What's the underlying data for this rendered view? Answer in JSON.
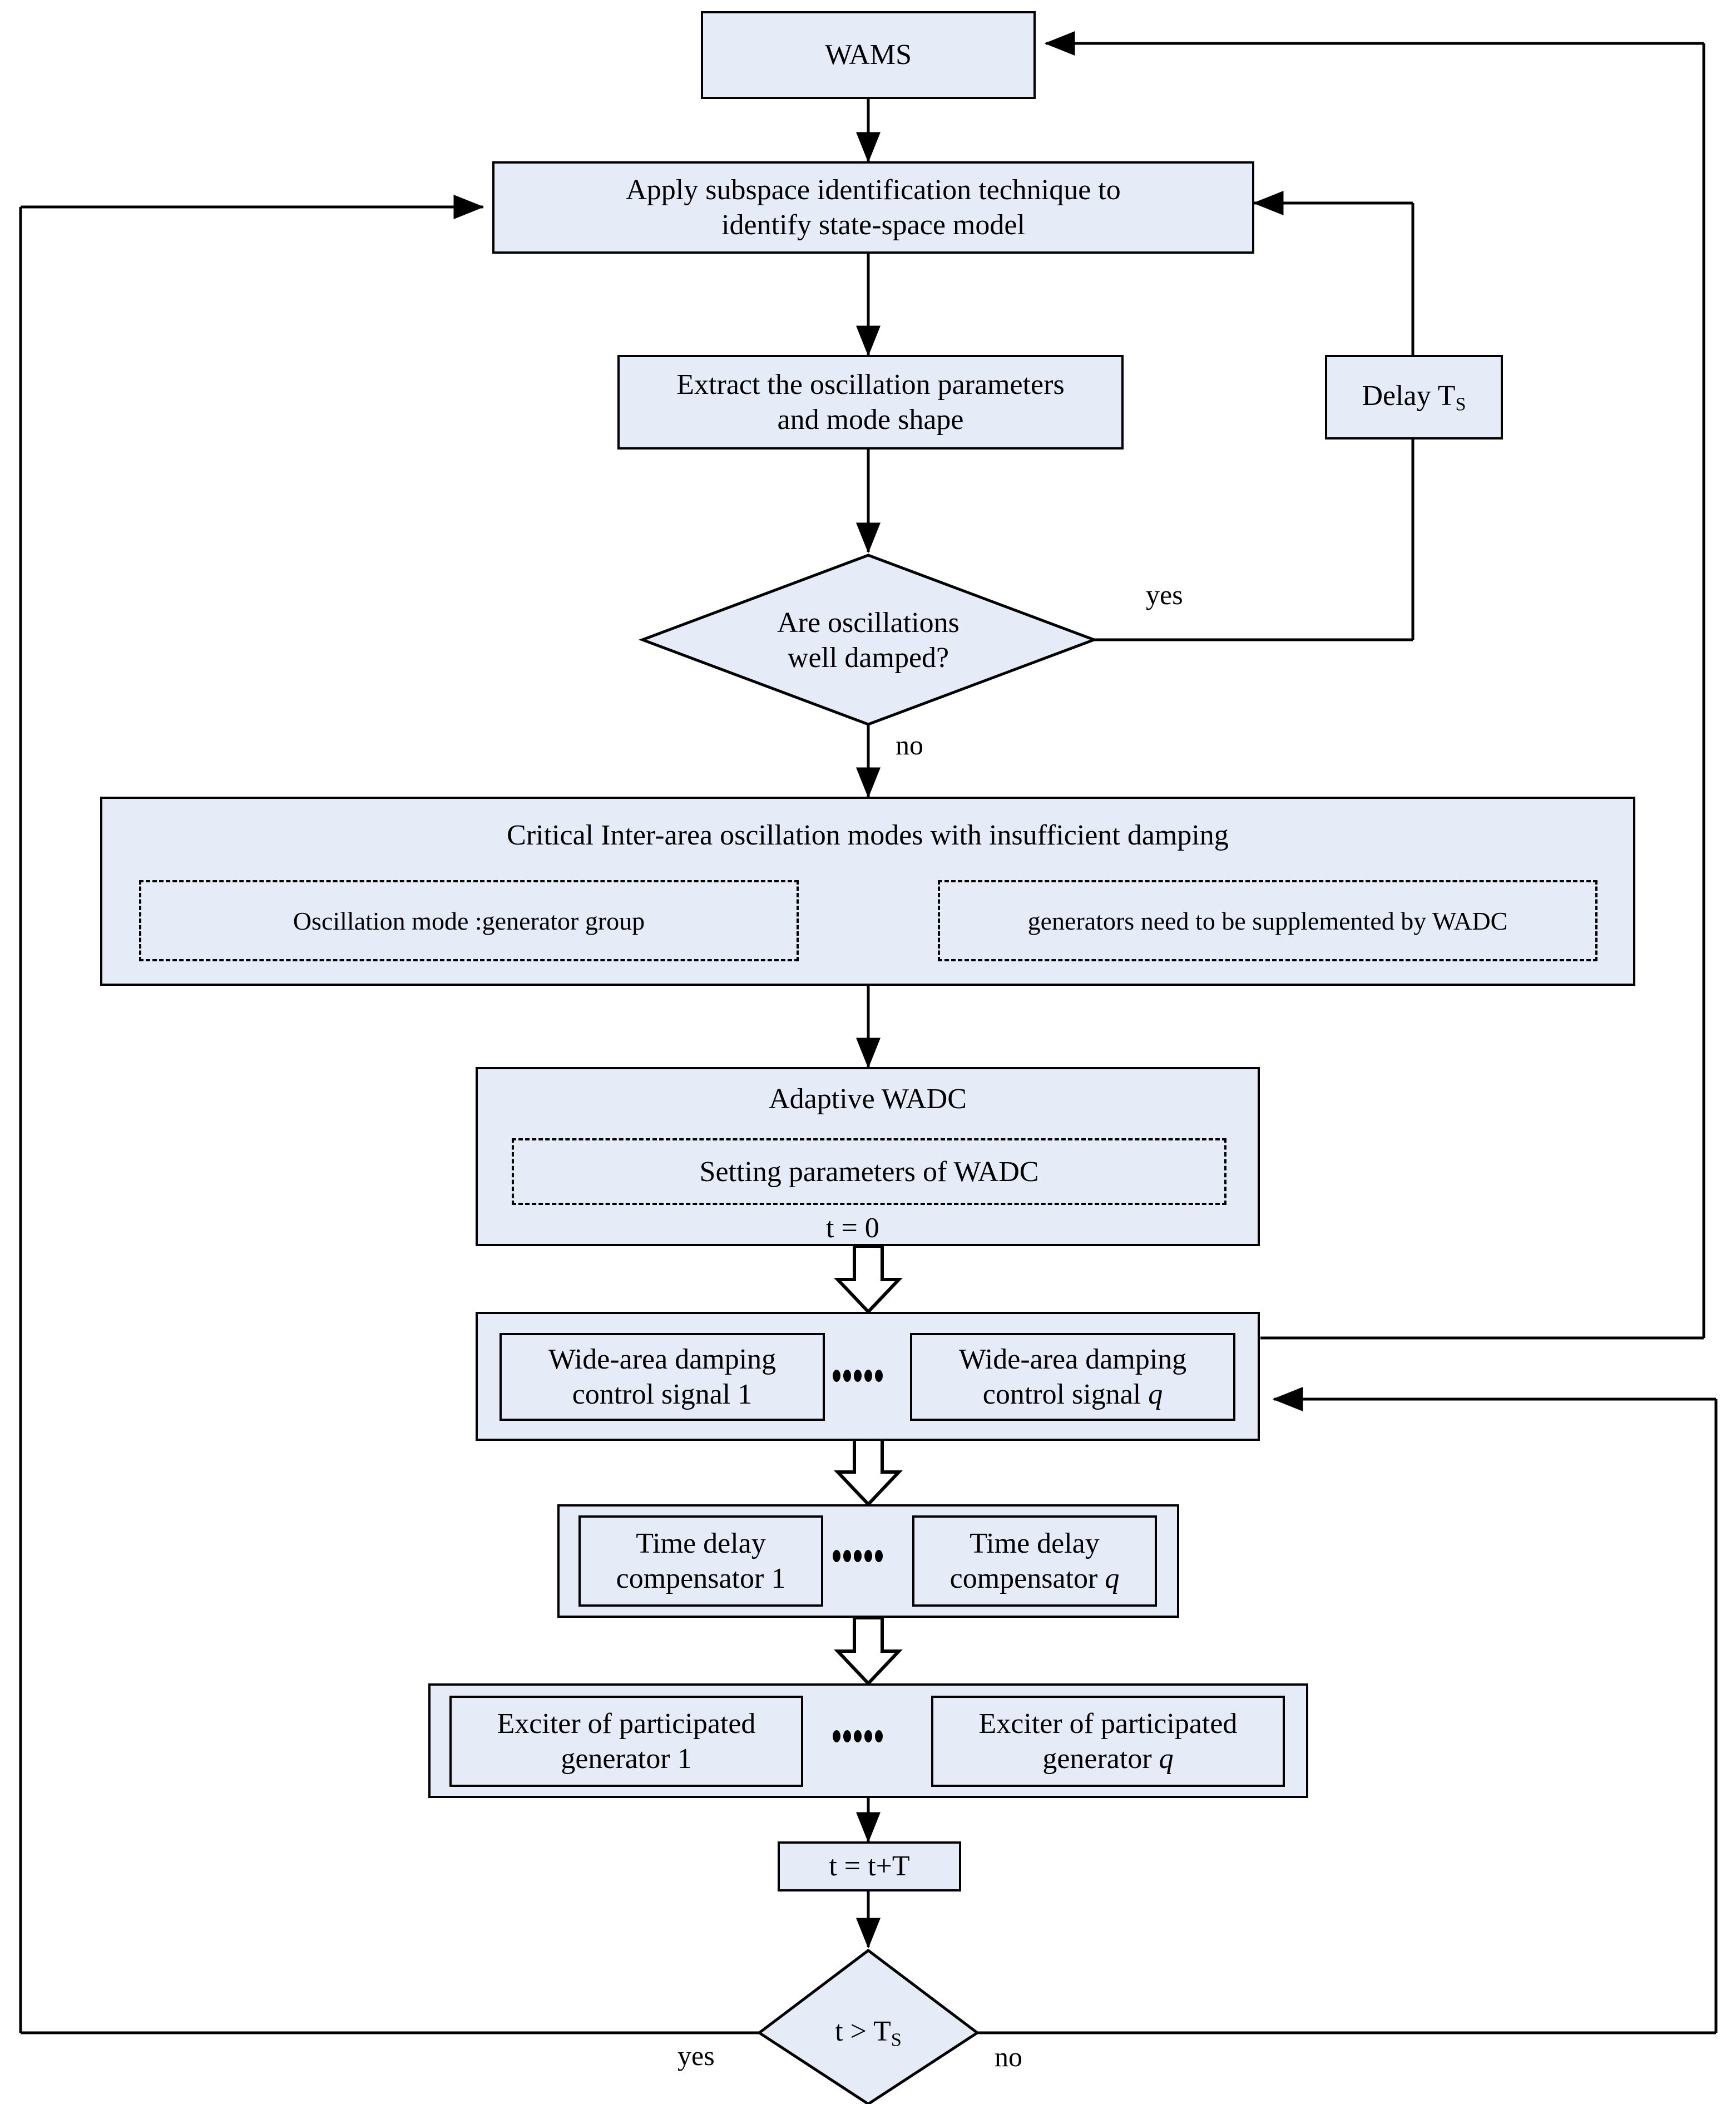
{
  "diagram": {
    "title": "Adaptive wide-area damping control (WADC) flowchart",
    "fill_color": "#e5ebf7",
    "stroke_color": "#000000",
    "background": "#ffffff"
  },
  "nodes": {
    "wams": {
      "label": "WAMS"
    },
    "identify": {
      "line1": "Apply subspace identification technique to",
      "line2": "identify state-space model"
    },
    "extract": {
      "line1": "Extract the oscillation parameters",
      "line2": "and mode shape"
    },
    "delay": {
      "label": "Delay T",
      "sub": "S"
    },
    "decision_damped": {
      "line1": "Are oscillations",
      "line2": "well damped?"
    },
    "critical": {
      "title": "Critical Inter-area oscillation modes with insufficient damping",
      "left_dash": "Oscillation mode :generator group",
      "right_dash": "generators need to be supplemented by WADC"
    },
    "adaptive_wadc": {
      "title": "Adaptive WADC",
      "dash": "Setting parameters of WADC",
      "init": "t = 0"
    },
    "control_signals": {
      "first_line1": "Wide-area damping",
      "first_line2": "control signal 1",
      "last_line1": "Wide-area damping",
      "last_line2": "control signal ",
      "last_index": "q"
    },
    "compensators": {
      "first_line1": "Time delay",
      "first_line2": "compensator 1",
      "last_line1": "Time delay",
      "last_line2": "compensator ",
      "last_index": "q"
    },
    "exciters": {
      "first_line1": "Exciter of participated",
      "first_line2": "generator 1",
      "last_line1": "Exciter of participated",
      "last_line2": "generator ",
      "last_index": "q"
    },
    "increment": {
      "label": "t = t+T"
    },
    "decision_time": {
      "label": "t > T",
      "sub": "S"
    }
  },
  "edge_labels": {
    "damped_yes": "yes",
    "damped_no": "no",
    "time_yes": "yes",
    "time_no": "no"
  }
}
